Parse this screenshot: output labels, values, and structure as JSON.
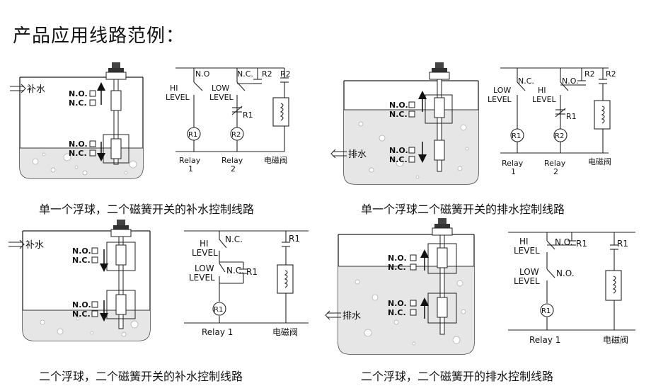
{
  "title": "产品应用线路范例：",
  "panels": [
    {
      "caption": "单一个浮球，二个磁簧开关的补水控制线路",
      "tank_label": "补水",
      "switch_top": [
        "N.O.",
        "N.C."
      ],
      "switch_bottom": [
        "N.O.",
        "N.C."
      ],
      "circuit": {
        "sw1_top": "N.O",
        "sw1_label": [
          "HI",
          "LEVEL"
        ],
        "sw2_top": "N.C.",
        "sw2_label": [
          "LOW",
          "LEVEL"
        ],
        "r2_a": "R2",
        "r2_b": "R2",
        "r1": "R1",
        "coil1": "R1",
        "coil2": "R2",
        "relay1": [
          "Relay",
          "1"
        ],
        "relay2": [
          "Relay",
          "2"
        ],
        "valve": "电磁阀"
      }
    },
    {
      "caption": "单一个浮球二个磁簧开关的排水控制线路",
      "tank_label": "排水",
      "switch_top": [
        "N.O.",
        "N.C."
      ],
      "switch_bottom": [
        "N.O.",
        "N.C."
      ],
      "circuit": {
        "sw1_top": "N.C.",
        "sw1_label": [
          "LOW",
          "LEVEL"
        ],
        "sw2_top": "N.O.",
        "sw2_label": [
          "HI",
          "LEVEL"
        ],
        "r2_a": "R2",
        "r2_b": "R2",
        "r1": "R1",
        "coil1": "R1",
        "coil2": "R2",
        "relay1": [
          "Relay",
          "1"
        ],
        "relay2": [
          "Relay",
          "2"
        ],
        "valve": "电磁阀"
      }
    },
    {
      "caption": "二个浮球，二个磁簧开关的补水控制线路",
      "tank_label": "补水",
      "switch_top": [
        "N.O.",
        "N.C."
      ],
      "switch_bottom": [
        "N.O.",
        "N.C."
      ],
      "circuit": {
        "sw1_top": "N.C.",
        "sw1_label": [
          "HI",
          "LEVEL"
        ],
        "sw2_top": "N.C.",
        "sw2_label": [
          "LOW",
          "LEVEL"
        ],
        "r1_a": "R1",
        "r1_b": "R1",
        "coil": "R1",
        "relay": "Relay 1",
        "valve": "电磁阀"
      }
    },
    {
      "caption": "二个浮球，二个磁簧开的排水控制线路",
      "tank_label": "排水",
      "switch_top": [
        "N.O.",
        "N.C."
      ],
      "switch_bottom": [
        "N.O.",
        "N.C."
      ],
      "circuit": {
        "sw1_top": "N.O.",
        "sw1_label": [
          "HI",
          "LEVEL"
        ],
        "sw2_top": "N.O.",
        "sw2_label": [
          "LOW",
          "LEVEL"
        ],
        "r1_a": "R1",
        "r1_b": "R1",
        "coil": "R1",
        "relay": "Relay 1",
        "valve": "电磁阀"
      }
    }
  ]
}
